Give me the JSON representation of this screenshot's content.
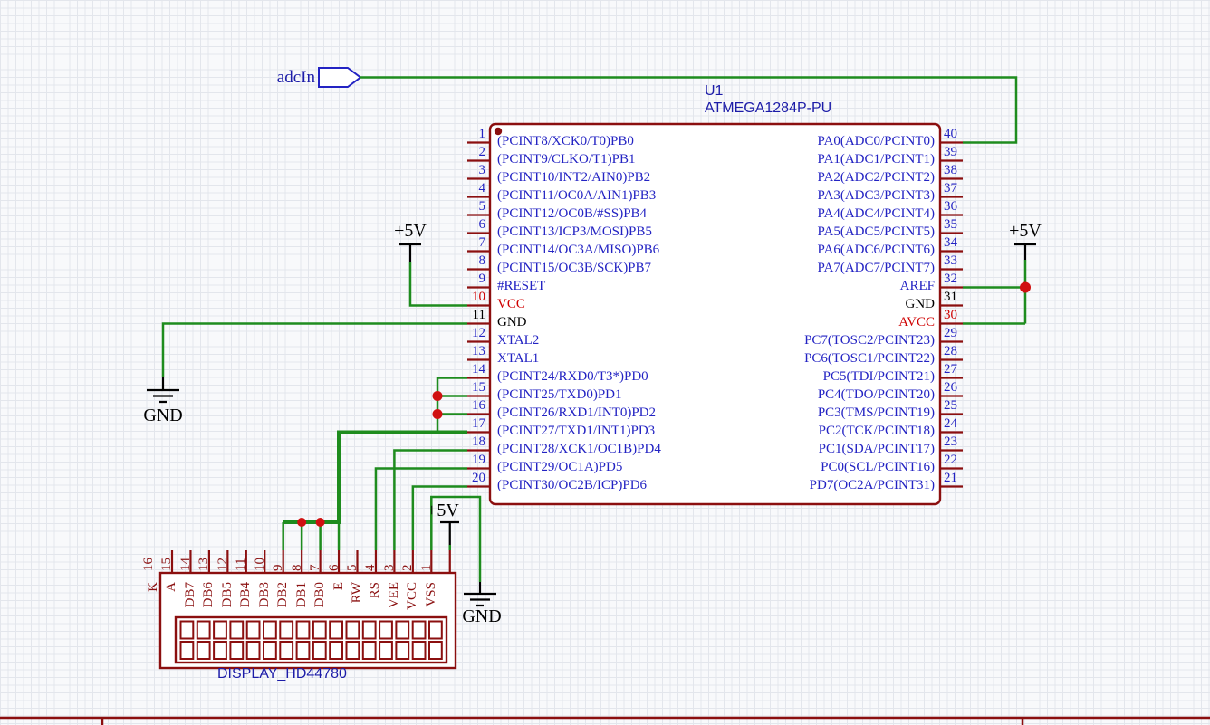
{
  "schematic": {
    "net_flag": {
      "label": "adcIn"
    },
    "mcu": {
      "ref": "U1",
      "value": "ATMEGA1284P-PU",
      "left_pins": [
        {
          "num": "1",
          "label": "(PCINT8/XCK0/T0)PB0",
          "kind": "io"
        },
        {
          "num": "2",
          "label": "(PCINT9/CLKO/T1)PB1",
          "kind": "io"
        },
        {
          "num": "3",
          "label": "(PCINT10/INT2/AIN0)PB2",
          "kind": "io"
        },
        {
          "num": "4",
          "label": "(PCINT11/OC0A/AIN1)PB3",
          "kind": "io"
        },
        {
          "num": "5",
          "label": "(PCINT12/OC0B/#SS)PB4",
          "kind": "io"
        },
        {
          "num": "6",
          "label": "(PCINT13/ICP3/MOSI)PB5",
          "kind": "io"
        },
        {
          "num": "7",
          "label": "(PCINT14/OC3A/MISO)PB6",
          "kind": "io"
        },
        {
          "num": "8",
          "label": "(PCINT15/OC3B/SCK)PB7",
          "kind": "io"
        },
        {
          "num": "9",
          "label": "#RESET",
          "kind": "io"
        },
        {
          "num": "10",
          "label": "VCC",
          "kind": "vcc"
        },
        {
          "num": "11",
          "label": "GND",
          "kind": "gnd"
        },
        {
          "num": "12",
          "label": "XTAL2",
          "kind": "io"
        },
        {
          "num": "13",
          "label": "XTAL1",
          "kind": "io"
        },
        {
          "num": "14",
          "label": "(PCINT24/RXD0/T3*)PD0",
          "kind": "io"
        },
        {
          "num": "15",
          "label": "(PCINT25/TXD0)PD1",
          "kind": "io"
        },
        {
          "num": "16",
          "label": "(PCINT26/RXD1/INT0)PD2",
          "kind": "io"
        },
        {
          "num": "17",
          "label": "(PCINT27/TXD1/INT1)PD3",
          "kind": "io"
        },
        {
          "num": "18",
          "label": "(PCINT28/XCK1/OC1B)PD4",
          "kind": "io"
        },
        {
          "num": "19",
          "label": "(PCINT29/OC1A)PD5",
          "kind": "io"
        },
        {
          "num": "20",
          "label": "(PCINT30/OC2B/ICP)PD6",
          "kind": "io"
        }
      ],
      "right_pins": [
        {
          "num": "40",
          "label": "PA0(ADC0/PCINT0)",
          "kind": "io"
        },
        {
          "num": "39",
          "label": "PA1(ADC1/PCINT1)",
          "kind": "io"
        },
        {
          "num": "38",
          "label": "PA2(ADC2/PCINT2)",
          "kind": "io"
        },
        {
          "num": "37",
          "label": "PA3(ADC3/PCINT3)",
          "kind": "io"
        },
        {
          "num": "36",
          "label": "PA4(ADC4/PCINT4)",
          "kind": "io"
        },
        {
          "num": "35",
          "label": "PA5(ADC5/PCINT5)",
          "kind": "io"
        },
        {
          "num": "34",
          "label": "PA6(ADC6/PCINT6)",
          "kind": "io"
        },
        {
          "num": "33",
          "label": "PA7(ADC7/PCINT7)",
          "kind": "io"
        },
        {
          "num": "32",
          "label": "AREF",
          "kind": "io"
        },
        {
          "num": "31",
          "label": "GND",
          "kind": "gnd"
        },
        {
          "num": "30",
          "label": "AVCC",
          "kind": "vcc"
        },
        {
          "num": "29",
          "label": "PC7(TOSC2/PCINT23)",
          "kind": "io"
        },
        {
          "num": "28",
          "label": "PC6(TOSC1/PCINT22)",
          "kind": "io"
        },
        {
          "num": "27",
          "label": "PC5(TDI/PCINT21)",
          "kind": "io"
        },
        {
          "num": "26",
          "label": "PC4(TDO/PCINT20)",
          "kind": "io"
        },
        {
          "num": "25",
          "label": "PC3(TMS/PCINT19)",
          "kind": "io"
        },
        {
          "num": "24",
          "label": "PC2(TCK/PCINT18)",
          "kind": "io"
        },
        {
          "num": "23",
          "label": "PC1(SDA/PCINT17)",
          "kind": "io"
        },
        {
          "num": "22",
          "label": "PC0(SCL/PCINT16)",
          "kind": "io"
        },
        {
          "num": "21",
          "label": "PD7(OC2A/PCINT31)",
          "kind": "io"
        }
      ]
    },
    "display": {
      "value": "DISPLAY_HD44780",
      "pins": [
        {
          "num": "16",
          "label": "K"
        },
        {
          "num": "15",
          "label": "A"
        },
        {
          "num": "14",
          "label": "DB7"
        },
        {
          "num": "13",
          "label": "DB6"
        },
        {
          "num": "12",
          "label": "DB5"
        },
        {
          "num": "11",
          "label": "DB4"
        },
        {
          "num": "10",
          "label": "DB3"
        },
        {
          "num": "9",
          "label": "DB2"
        },
        {
          "num": "8",
          "label": "DB1"
        },
        {
          "num": "7",
          "label": "DB0"
        },
        {
          "num": "6",
          "label": "E"
        },
        {
          "num": "5",
          "label": "RW"
        },
        {
          "num": "4",
          "label": "RS"
        },
        {
          "num": "3",
          "label": "VEE"
        },
        {
          "num": "2",
          "label": "VCC"
        },
        {
          "num": "1",
          "label": "VSS"
        }
      ]
    },
    "power": {
      "plus5v_label": "+5V",
      "gnd_label": "GND"
    },
    "colors": {
      "wire": "#1e8c1e",
      "symbol_outline": "#8b0f0f",
      "pin_text": "#2323c3",
      "power_text": "#cf0000",
      "ground_text": "#000000",
      "title_text": "#1c1ca8",
      "junction": "#d01111"
    }
  }
}
